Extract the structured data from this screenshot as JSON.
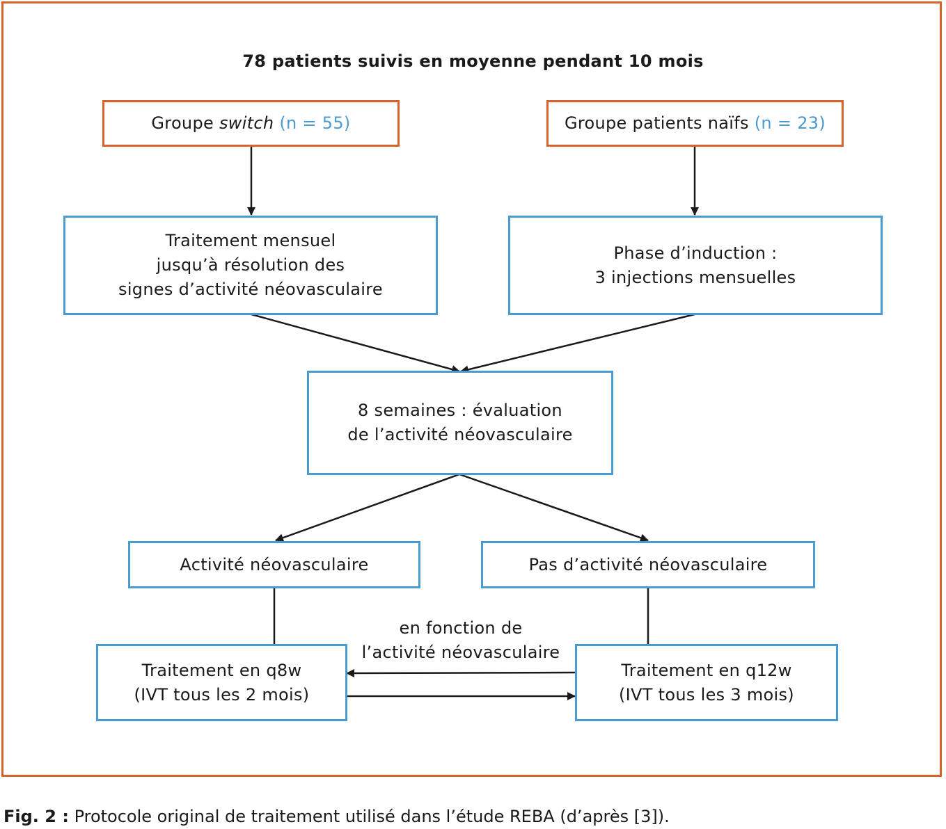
{
  "title": "78 patients suivis en moyenne pendant 10 mois",
  "colors": {
    "frame": "#d9622b",
    "box_blue": "#4a9bd0",
    "accent": "#4a9bd0"
  },
  "nodes": {
    "switch_group": {
      "label": "Groupe ",
      "label_italic": "switch",
      "count": "(n = 55)"
    },
    "naive_group": {
      "label": "Groupe patients naïfs ",
      "count": "(n = 23)"
    },
    "monthly_treatment": {
      "line1": "Traitement mensuel",
      "line2": "jusqu’à résolution des",
      "line3": "signes d’activité néovasculaire"
    },
    "induction_phase": {
      "line1": "Phase d’induction :",
      "line2": "3 injections mensuelles"
    },
    "evaluation": {
      "line1": "8 semaines : évaluation",
      "line2": "de l’activité néovasculaire"
    },
    "activity": {
      "label": "Activité néovasculaire"
    },
    "no_activity": {
      "label": "Pas d’activité néovasculaire"
    },
    "q8w": {
      "line1": "Traitement en q8w",
      "line2": "(IVT tous les 2 mois)"
    },
    "q12w": {
      "line1": "Traitement en q12w",
      "line2": "(IVT tous les 3 mois)"
    }
  },
  "edge_label": {
    "line1": "en fonction de",
    "line2": "l’activité néovasculaire"
  },
  "caption": {
    "prefix": "Fig. 2 :",
    "text": " Protocole original de traitement utilisé dans l’étude REBA (d’après [3])."
  }
}
